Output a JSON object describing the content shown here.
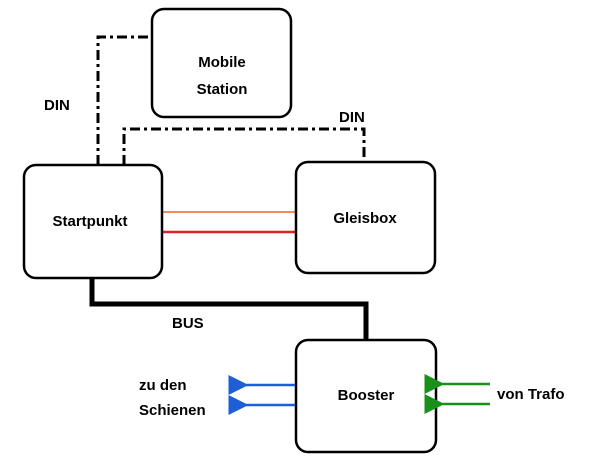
{
  "boxes": {
    "mobile_station": {
      "line1": "Mobile",
      "line2": "Station"
    },
    "startpunkt": {
      "label": "Startpunkt"
    },
    "gleisbox": {
      "label": "Gleisbox"
    },
    "booster": {
      "label": "Booster"
    }
  },
  "connections": {
    "din_left": {
      "label": "DIN"
    },
    "din_right": {
      "label": "DIN"
    },
    "bus": {
      "label": "BUS"
    }
  },
  "outputs": {
    "rails_line1": "zu den",
    "rails_line2": "Schienen",
    "trafo": "von Trafo"
  },
  "colors": {
    "track_orange": "#f08a5a",
    "track_red": "#dd2222",
    "arrow_blue": "#1f5fd6",
    "arrow_green": "#1a8f1a"
  }
}
